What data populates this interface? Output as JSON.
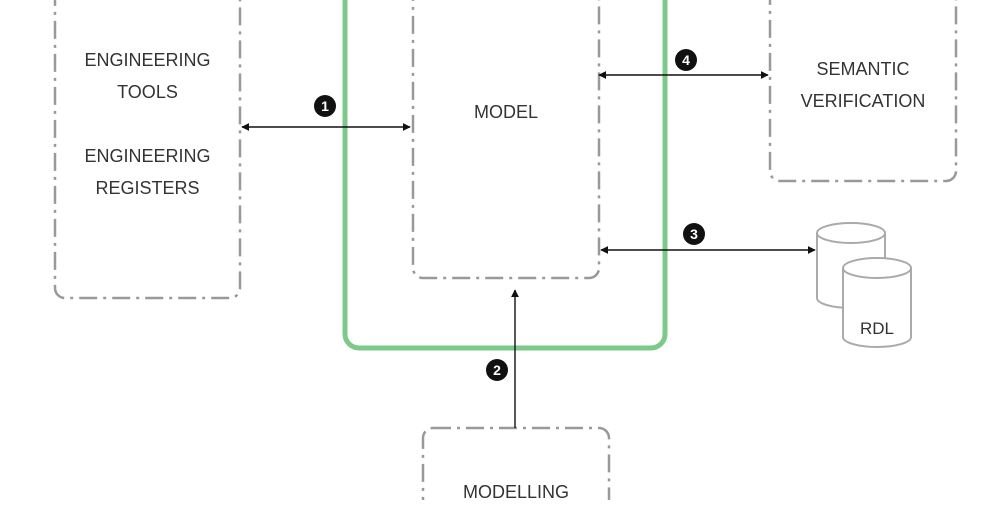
{
  "boxes": {
    "engineering": {
      "line1": "ENGINEERING",
      "line2": "TOOLS",
      "line3": "ENGINEERING",
      "line4": "REGISTERS"
    },
    "model": {
      "label": "MODEL"
    },
    "semantic": {
      "line1": "SEMANTIC",
      "line2": "VERIFICATION"
    },
    "modelling": {
      "label": "MODELLING"
    },
    "rdl": {
      "label": "RDL"
    }
  },
  "markers": {
    "m1": "1",
    "m2": "2",
    "m3": "3",
    "m4": "4"
  },
  "colors": {
    "container_border": "#7dc98a",
    "box_dash": "#999999",
    "arrow": "#111111",
    "marker_fill": "#111111",
    "marker_text": "#ffffff",
    "text": "#333333"
  }
}
